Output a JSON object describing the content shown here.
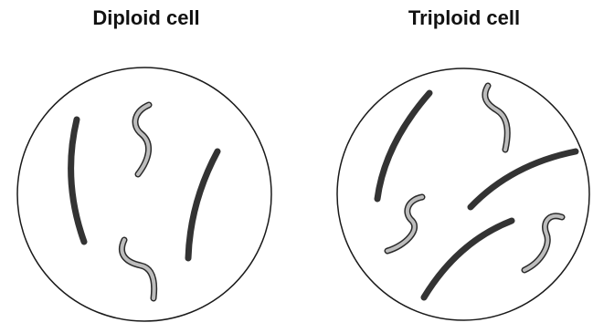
{
  "diagram": {
    "cells": [
      {
        "id": "diploid",
        "title": "Diploid cell",
        "dark_chromosomes": 2,
        "light_chromosomes": 2
      },
      {
        "id": "triploid",
        "title": "Triploid cell",
        "dark_chromosomes": 3,
        "light_chromosomes": 3
      }
    ],
    "colors": {
      "dark_chromosome": "#333333",
      "light_chromosome": "#bdbdbd",
      "membrane": "#1a1a1a"
    }
  }
}
